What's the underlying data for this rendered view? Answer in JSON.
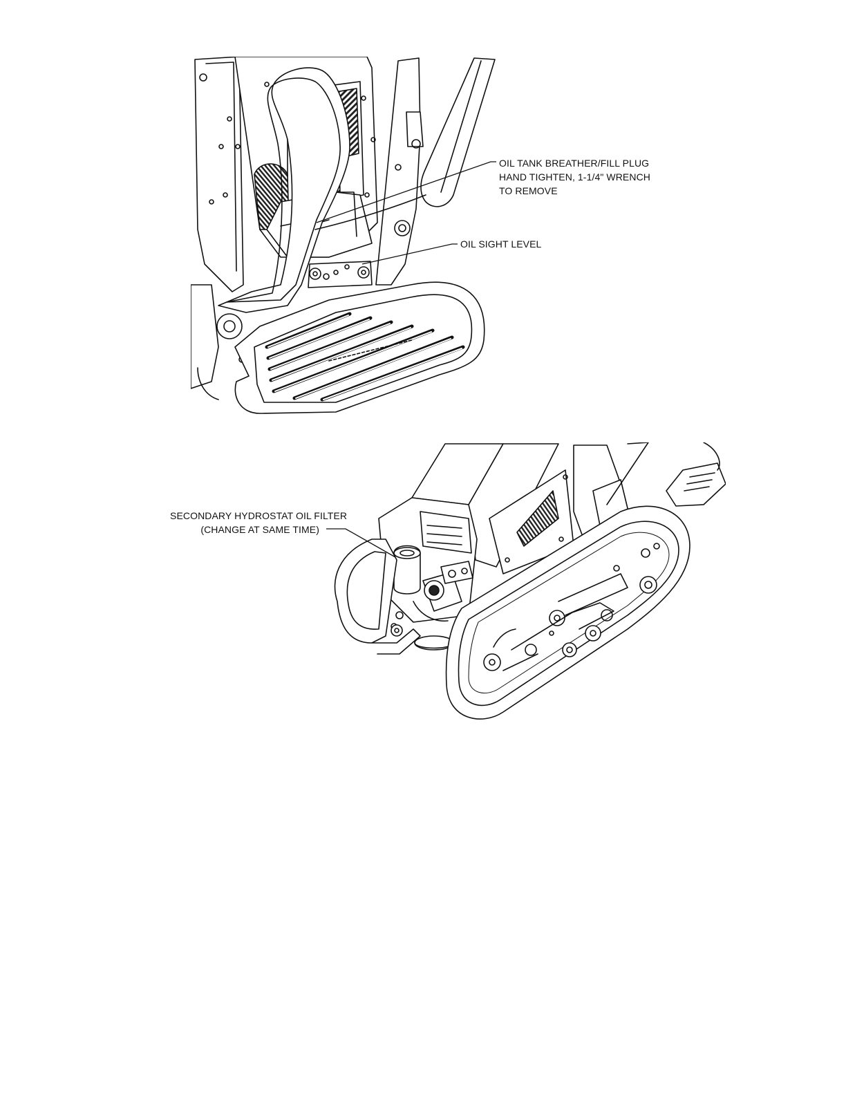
{
  "figures": [
    {
      "name": "oil-tank-view",
      "callouts": [
        {
          "lines": [
            "OIL TANK BREATHER/FILL PLUG",
            "HAND TIGHTEN, 1-1/4\" WRENCH",
            "TO REMOVE"
          ]
        },
        {
          "lines": [
            "OIL SIGHT LEVEL"
          ]
        }
      ]
    },
    {
      "name": "hydrostat-filter-view",
      "callouts": [
        {
          "lines": [
            "SECONDARY HYDROSTAT OIL FILTER",
            "(CHANGE AT SAME TIME)"
          ]
        }
      ]
    }
  ],
  "colors": {
    "ink": "#111111",
    "metal": "#ffffff",
    "grille": "#2a2a2a"
  }
}
